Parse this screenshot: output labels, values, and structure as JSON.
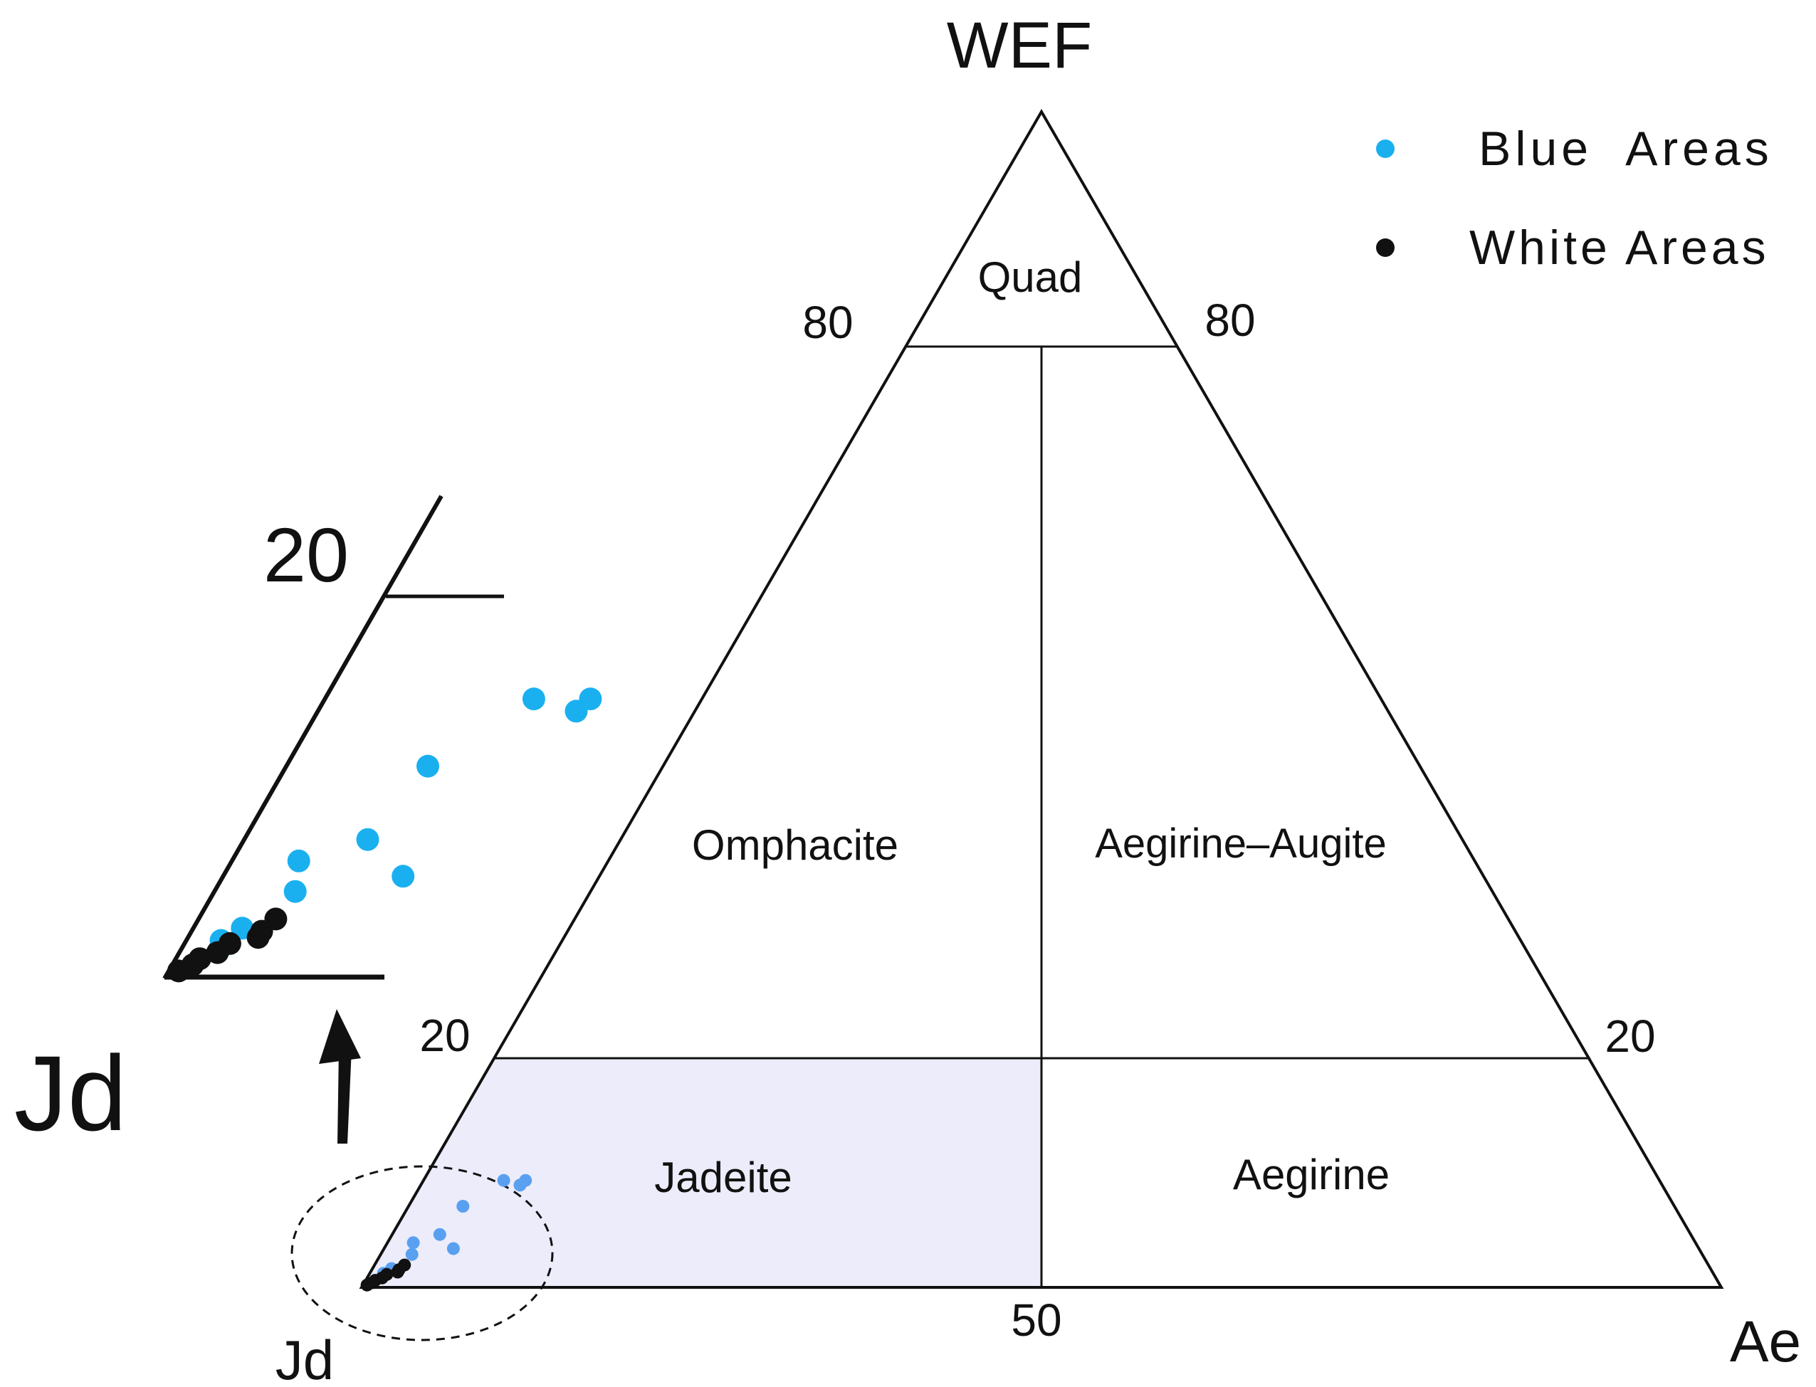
{
  "apices": {
    "top": "WEF",
    "left": "Jd",
    "right": "Ae"
  },
  "tick_labels": {
    "left_80": "80",
    "right_80": "80",
    "left_20": "20",
    "right_20": "20",
    "bottom_50": "50"
  },
  "fields": {
    "quad": "Quad",
    "omphacite": "Omphacite",
    "aegirine_augite": "Aegirine–Augite",
    "jadeite": "Jadeite",
    "aegirine": "Aegirine"
  },
  "inset": {
    "tick_label": "20",
    "apex_label": "Jd"
  },
  "legend": {
    "items": [
      {
        "label": "Blue  Areas",
        "color": "#1ab0f0"
      },
      {
        "label": "White Areas",
        "color": "#111111"
      }
    ]
  },
  "colors": {
    "jadeite_fill": "#ececfb",
    "blue_points_main": "#5aa0f0",
    "blue_points_inset": "#1ab0f0",
    "white_points": "#111111"
  },
  "chart_data": {
    "type": "scatter",
    "ternary": true,
    "components": [
      "WEF",
      "Jd",
      "Ae"
    ],
    "field_boundaries": {
      "WEF": [
        20,
        80
      ],
      "Jd_Ae_divide": 50
    },
    "series": [
      {
        "name": "Blue Areas",
        "points": [
          {
            "WEF": 9.1,
            "Jd": 85.0,
            "Ae": 5.9
          },
          {
            "WEF": 8.7,
            "Jd": 84.0,
            "Ae": 7.3
          },
          {
            "WEF": 9.1,
            "Jd": 83.4,
            "Ae": 7.5
          },
          {
            "WEF": 6.9,
            "Jd": 89.1,
            "Ae": 4.0
          },
          {
            "WEF": 4.5,
            "Jd": 92.0,
            "Ae": 3.5
          },
          {
            "WEF": 3.3,
            "Jd": 91.6,
            "Ae": 5.1
          },
          {
            "WEF": 3.8,
            "Jd": 94.3,
            "Ae": 1.9
          },
          {
            "WEF": 2.8,
            "Jd": 94.9,
            "Ae": 2.3
          },
          {
            "WEF": 1.6,
            "Jd": 97.0,
            "Ae": 1.4
          },
          {
            "WEF": 1.2,
            "Jd": 97.8,
            "Ae": 1.0
          },
          {
            "WEF": 0.9,
            "Jd": 98.0,
            "Ae": 1.1
          }
        ]
      },
      {
        "name": "White Areas",
        "points": [
          {
            "WEF": 1.9,
            "Jd": 95.9,
            "Ae": 2.2
          },
          {
            "WEF": 1.5,
            "Jd": 96.5,
            "Ae": 2.0
          },
          {
            "WEF": 1.3,
            "Jd": 96.7,
            "Ae": 2.0
          },
          {
            "WEF": 1.1,
            "Jd": 97.6,
            "Ae": 1.3
          },
          {
            "WEF": 0.8,
            "Jd": 98.1,
            "Ae": 1.1
          },
          {
            "WEF": 0.6,
            "Jd": 98.7,
            "Ae": 0.7
          },
          {
            "WEF": 0.4,
            "Jd": 99.0,
            "Ae": 0.6
          },
          {
            "WEF": 0.2,
            "Jd": 99.5,
            "Ae": 0.3
          }
        ]
      }
    ]
  }
}
